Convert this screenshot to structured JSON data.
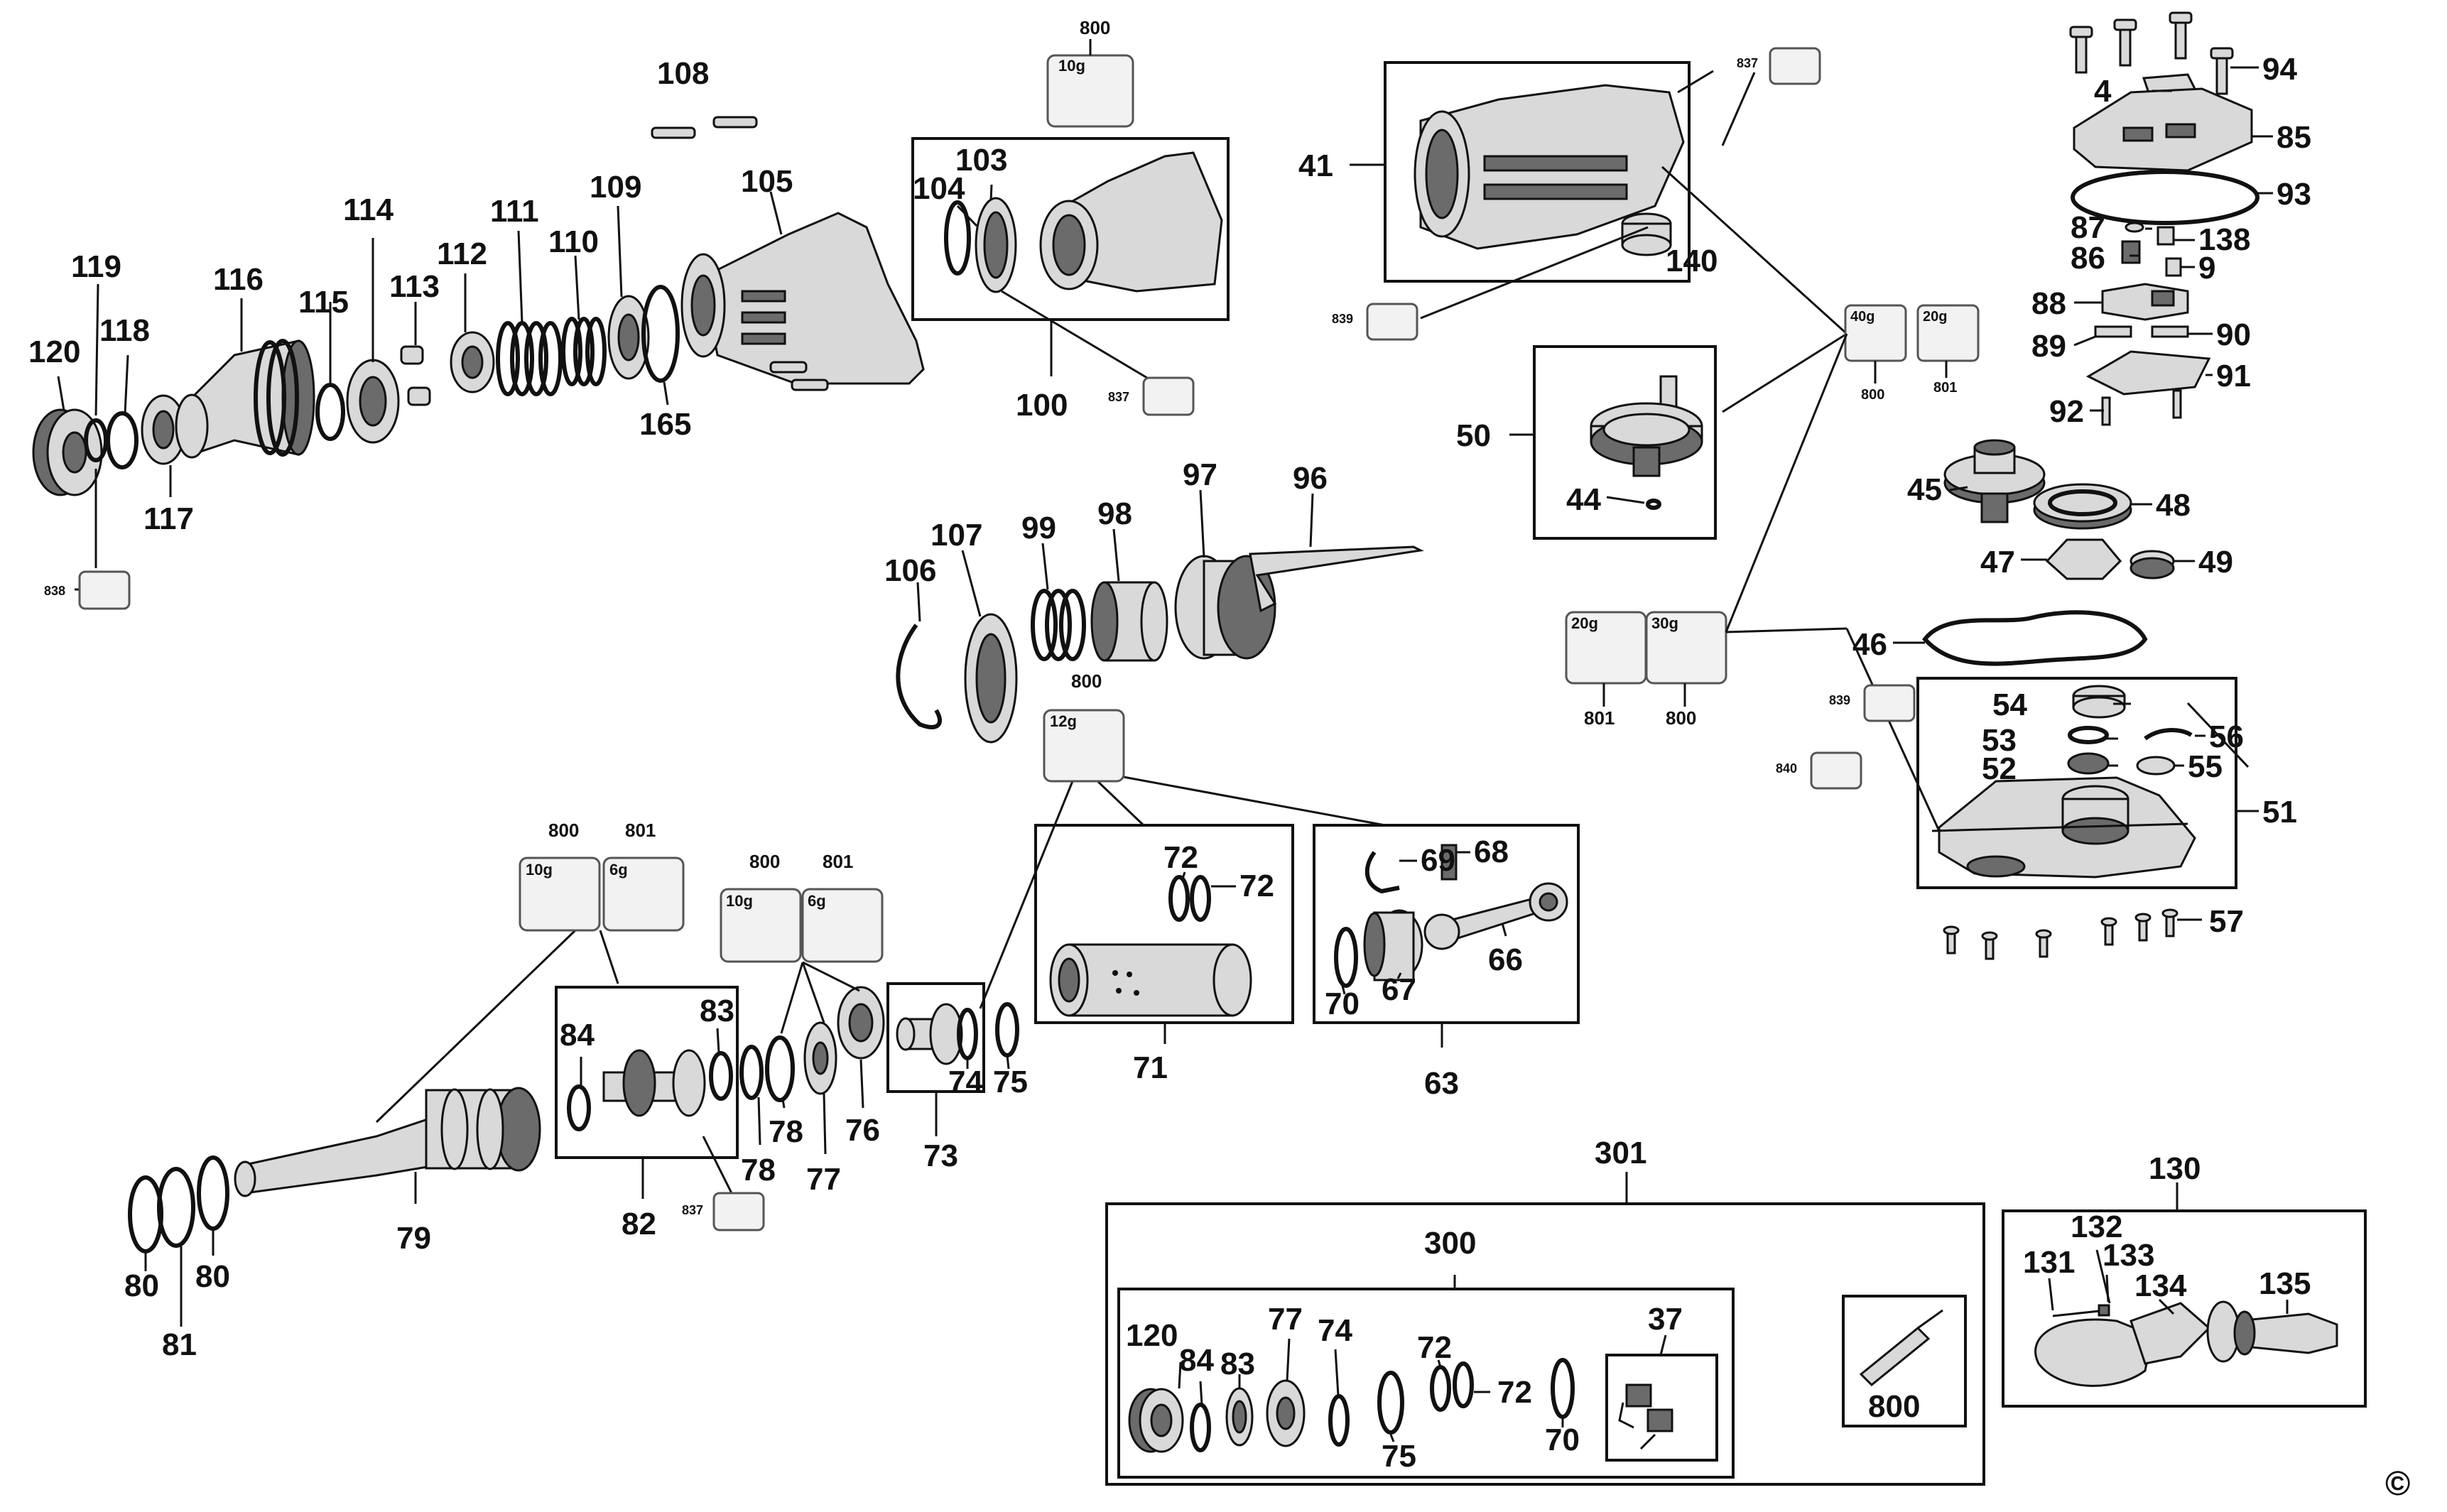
{
  "copyright_mark": "©",
  "labels": {
    "p108": "108",
    "p119": "119",
    "p120a": "120",
    "p118": "118",
    "p117": "117",
    "p116": "116",
    "p115": "115",
    "p114": "114",
    "p113": "113",
    "p112": "112",
    "p111": "111",
    "p110": "110",
    "p109": "109",
    "p105": "105",
    "p165": "165",
    "p104": "104",
    "p103": "103",
    "p100": "100",
    "p41": "41",
    "p140": "140",
    "p50": "50",
    "p44": "44",
    "p4": "4",
    "p94": "94",
    "p85": "85",
    "p93": "93",
    "p87": "87",
    "p138": "138",
    "p86": "86",
    "p9": "9",
    "p88": "88",
    "p89": "89",
    "p90": "90",
    "p91": "91",
    "p92": "92",
    "p45": "45",
    "p48": "48",
    "p47": "47",
    "p49": "49",
    "p46": "46",
    "p54": "54",
    "p53": "53",
    "p56": "56",
    "p52": "52",
    "p55": "55",
    "p51": "51",
    "p57": "57",
    "p106": "106",
    "p107": "107",
    "p99": "99",
    "p98": "98",
    "p97": "97",
    "p96": "96",
    "p72a": "72",
    "p72b": "72",
    "p71": "71",
    "p69": "69",
    "p68": "68",
    "p66": "66",
    "p70a": "70",
    "p67": "67",
    "p63": "63",
    "p84a": "84",
    "p83a": "83",
    "p82": "82",
    "p78a": "78",
    "p78b": "78",
    "p77a": "77",
    "p76": "76",
    "p74a": "74",
    "p75a": "75",
    "p73": "73",
    "p79": "79",
    "p80a": "80",
    "p80b": "80",
    "p81": "81",
    "p301": "301",
    "p300": "300",
    "p120b": "120",
    "p84b": "84",
    "p83b": "83",
    "p77b": "77",
    "p74b": "74",
    "p75b": "75",
    "p72c": "72",
    "p72d": "72",
    "p70b": "70",
    "p37": "37",
    "p800box": "800",
    "p130": "130",
    "p131": "131",
    "p132": "132",
    "p133": "133",
    "p134": "134",
    "p135": "135"
  },
  "grease_refs": {
    "g800_top": "800",
    "g10g_top": "10g",
    "g837_a": "837",
    "g839_a": "839",
    "g837_b": "837",
    "g40g": "40g",
    "g20g_a": "20g",
    "g800_b": "800",
    "g801_b": "801",
    "g838": "838",
    "g20g_b": "20g",
    "g30g": "30g",
    "g801_c": "801",
    "g800_c": "800",
    "g839_b": "839",
    "g840": "840",
    "g800_d": "800",
    "g12g": "12g",
    "g800_e": "800",
    "g801_e": "801",
    "g10g_e": "10g",
    "g6g_e": "6g",
    "g800_f": "800",
    "g801_f": "801",
    "g10g_f": "10g",
    "g6g_f": "6g",
    "g837_c": "837"
  }
}
